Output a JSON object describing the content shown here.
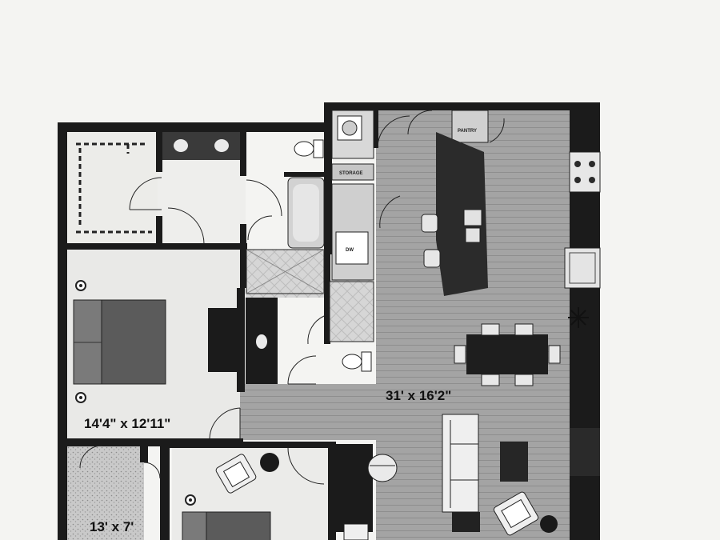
{
  "floorplan": {
    "rooms": [
      {
        "id": "living",
        "dimensions": "31' x 16'2\""
      },
      {
        "id": "master-bedroom",
        "dimensions": "14'4\" x 12'11\""
      },
      {
        "id": "closet",
        "dimensions": "13' x 7'"
      }
    ],
    "labels": {
      "pantry": "PANTRY",
      "storage": "STORAGE",
      "washer_dryer": "DW"
    }
  },
  "colors": {
    "wall": "#1b1b1b",
    "wood_floor": "#a2a2a2",
    "tile_floor": "#d9d9d9",
    "background": "#f4f4f2",
    "bed": "#595959",
    "counter": "#2b2b2b"
  }
}
